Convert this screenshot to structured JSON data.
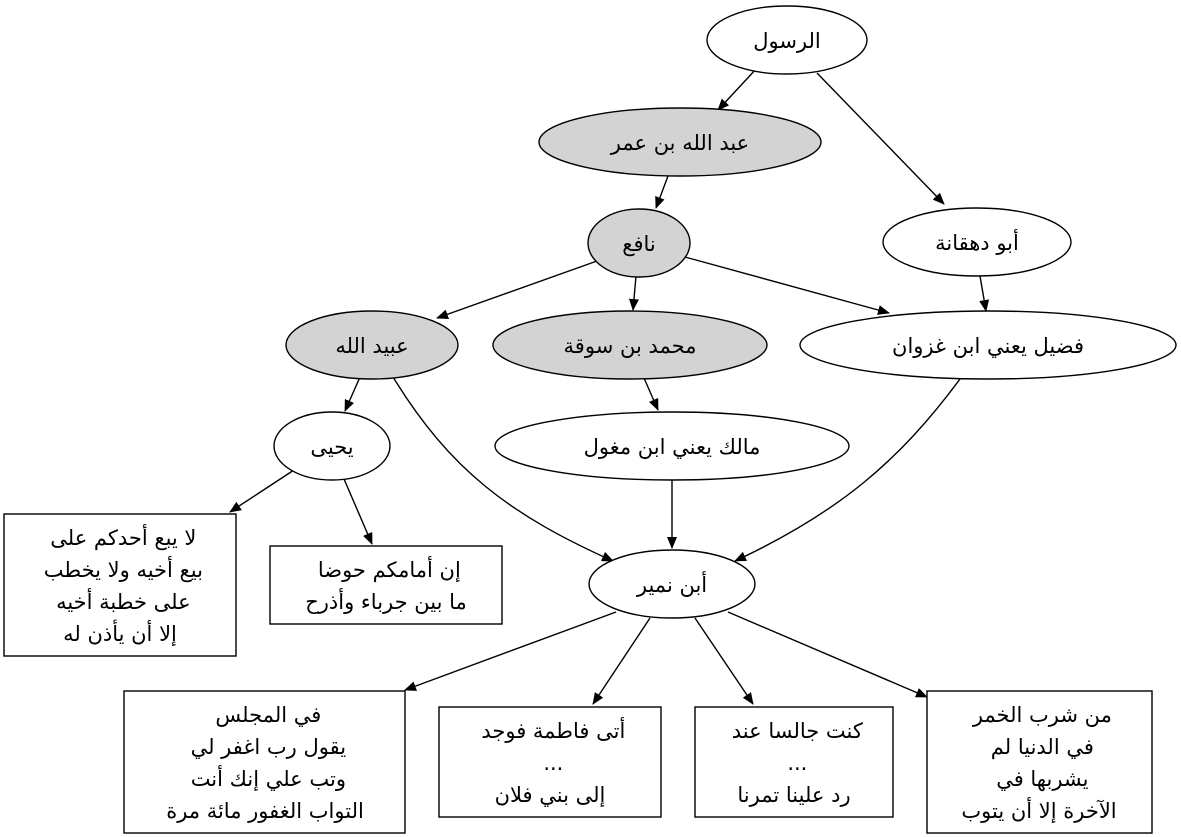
{
  "colors": {
    "stroke": "#000000",
    "gray_fill": "#d3d3d3",
    "white_fill": "#ffffff"
  },
  "nodes": {
    "rasul": {
      "label": "الرسول",
      "fill": "white"
    },
    "ibn_umar": {
      "label": "عبد الله بن عمر",
      "fill": "gray"
    },
    "nafi": {
      "label": "نافع",
      "fill": "gray"
    },
    "abu_dihqana": {
      "label": "أبو دهقانة",
      "fill": "white"
    },
    "ubaydullah": {
      "label": "عبيد الله",
      "fill": "gray"
    },
    "muhammad_suqa": {
      "label": "محمد بن سوقة",
      "fill": "gray"
    },
    "fudayl": {
      "label": "فضيل يعني ابن غزوان",
      "fill": "white"
    },
    "yahya": {
      "label": "يحيى",
      "fill": "white"
    },
    "malik": {
      "label": "مالك يعني ابن مغول",
      "fill": "white"
    },
    "ibn_numayr": {
      "label": "أبن نمير",
      "fill": "white"
    }
  },
  "texts": {
    "bay": [
      "لا يبع أحدكم على",
      "بيع أخيه ولا يخطب",
      "على خطبة أخيه",
      "إلا أن يأذن له"
    ],
    "hawd": [
      "إن أمامكم حوضا",
      "ما بين جرباء وأذرح"
    ],
    "majlis": [
      "في المجلس",
      "يقول رب اغفر لي",
      "وتب علي إنك أنت",
      "التواب الغفور مائة مرة"
    ],
    "fatima": [
      "أتى فاطمة فوجد",
      "...",
      "إلى بني فلان"
    ],
    "jalis": [
      "كنت جالسا عند",
      "...",
      "رد علينا تمرنا"
    ],
    "khamr": [
      "من شرب الخمر",
      "في الدنيا لم",
      "يشربها في",
      "الآخرة إلا أن يتوب"
    ]
  }
}
